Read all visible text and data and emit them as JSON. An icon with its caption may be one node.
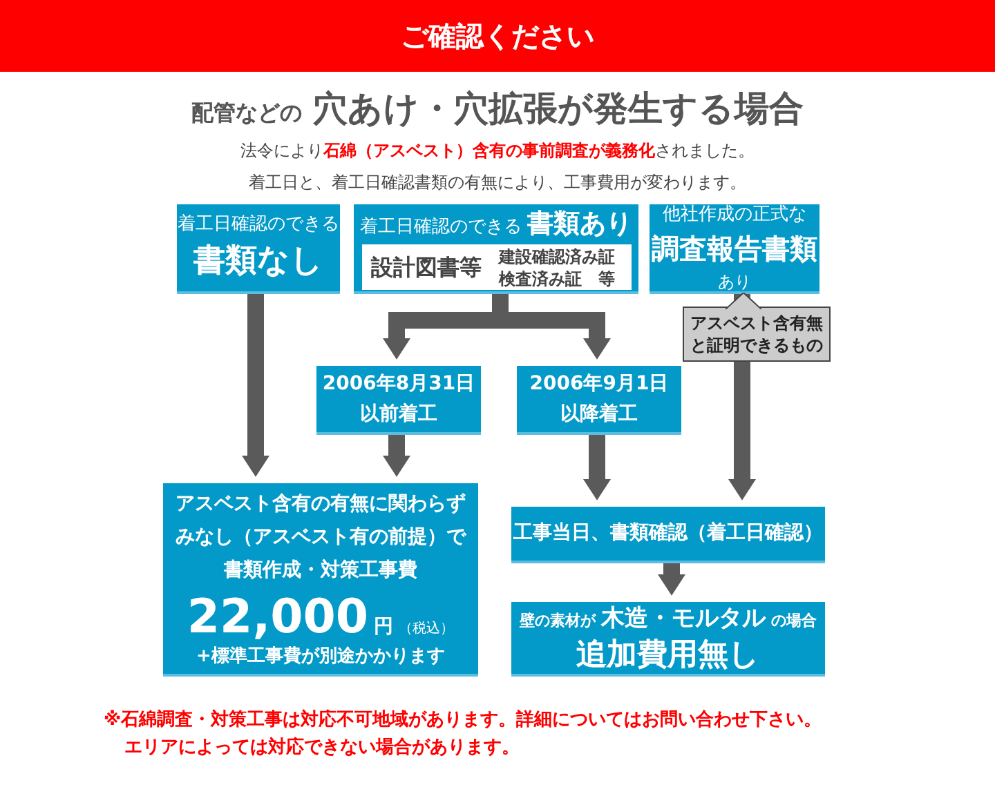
{
  "diagram": {
    "title": "ご確認ください",
    "nodes": [
      {
        "text": [
          "着工日確認のできる",
          "書類なし"
        ]
      },
      {
        "text": [
          "着工日確認のできる",
          "書類あり"
        ]
      },
      {
        "text": [
          "設計図書等",
          "建設確認済み証検査済み証　等"
        ],
        "in": 1
      },
      {
        "text": [
          "他社作成の正式な",
          "調査報告書類",
          "あり"
        ],
        "beside": [
          "アスベスト含有無と証明できるもの"
        ]
      },
      {
        "text": [
          "2006年8月31日以前着工"
        ]
      },
      {
        "text": [
          "2006年9月1日以降着工"
        ]
      },
      {
        "text": [
          "アスベスト含有の有無に関わらずみなし（アスベスト有の前提）で書類作成・対策工事費",
          "22,000",
          "円",
          "（税込）",
          "+標準工事費が別途かかります"
        ]
      },
      {
        "text": [
          "工事当日、書類確認（着工日確認）"
        ]
      },
      {
        "text": [
          "壁の素材が",
          "木造・モルタル",
          "の場合",
          "追加費用無し"
        ]
      }
    ],
    "edges": [
      {
        "from": 0,
        "to": 6,
        "arrow": "to"
      },
      {
        "from": 1,
        "to": 4,
        "arrow": "to"
      },
      {
        "from": 1,
        "to": 5,
        "arrow": "to"
      },
      {
        "from": 4,
        "to": 6,
        "arrow": "to"
      },
      {
        "from": 5,
        "to": 7,
        "arrow": "to"
      },
      {
        "from": 3,
        "to": 7,
        "arrow": "to"
      },
      {
        "from": 7,
        "to": 8,
        "arrow": "to"
      }
    ],
    "labels": [
      "配管などの",
      "穴あけ・穴拡張が発生する場合",
      "法令により**石綿（アスベスト）含有の事前調査が義務化**されました。",
      "着工日と、着工日確認書類の有無により、工事費用が変わります。",
      "※石綿調査・対策工事は対応不可地域があります。詳細についてはお問い合わせ下さい。",
      "エリアによっては対応できない場合があります。"
    ]
  }
}
